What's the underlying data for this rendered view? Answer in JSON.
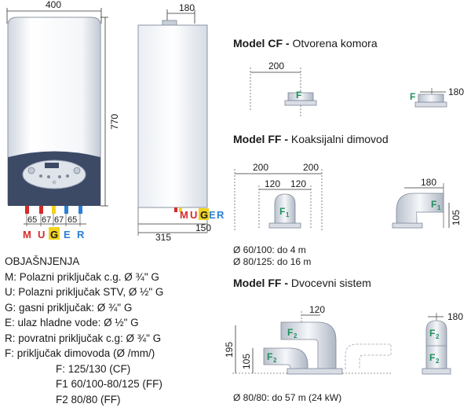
{
  "dimensions": {
    "width_400": "400",
    "depth_180": "180",
    "height_770": "770",
    "conn_spacing": [
      "65",
      "67",
      "67",
      "65"
    ],
    "side_150": "150",
    "side_315": "315",
    "cf_200": "200",
    "cf_180": "180",
    "ff_200_left": "200",
    "ff_200_right": "200",
    "ff_120_left": "120",
    "ff_120_right": "120",
    "ff_180": "180",
    "ff_105": "105",
    "dv_120": "120",
    "dv_195": "195",
    "dv_105": "105",
    "dv_180": "180"
  },
  "connections": [
    {
      "letter": "M",
      "color": "#d42a2a"
    },
    {
      "letter": "U",
      "color": "#d42a2a"
    },
    {
      "letter": "G",
      "color": "#1a1a1a",
      "highlight": "#f3d21a"
    },
    {
      "letter": "E",
      "color": "#2a7fd4"
    },
    {
      "letter": "R",
      "color": "#2a7fd4"
    }
  ],
  "colors": {
    "boiler_panel": "#3d4a66",
    "boiler_body": "#f2f4f8",
    "flue_green": "#1e8f5a",
    "flue_fill": "#e7ebf0"
  },
  "sections": {
    "cf": {
      "model": "Model CF",
      "sep": " - ",
      "desc": "Otvorena komora"
    },
    "ff": {
      "model": "Model FF",
      "sep": " - ",
      "desc": "Koaksijalni dimovod"
    },
    "dv": {
      "model": "Model FF",
      "sep": " - ",
      "desc": "Dvocevni sistem"
    }
  },
  "flue_labels": {
    "F": "F",
    "F1": "F",
    "F1_sub": "1",
    "F2": "F",
    "F2_sub": "2"
  },
  "ff_notes": [
    "Ø 60/100: do 4 m",
    "Ø 80/125: do 16 m"
  ],
  "dv_note": "Ø 80/80: do 57 m (24 kW)",
  "legend": {
    "title": "OBJAŠNJENJA",
    "lines": [
      "M: Polazni priključak c.g. Ø ¾\" G",
      "U: Polazni priključak STV, Ø ½\" G",
      "G: gasni priključak: Ø ¾\" G",
      "E: ulaz hladne vode: Ø ½\" G",
      "R: povratni priključak c.g: Ø ¾\" G",
      "F: priključak dimovoda (Ø /mm/)"
    ],
    "sub_lines": [
      "F: 125/130 (CF)",
      "F1 60/100-80/125 (FF)",
      "F2 80/80 (FF)"
    ]
  }
}
